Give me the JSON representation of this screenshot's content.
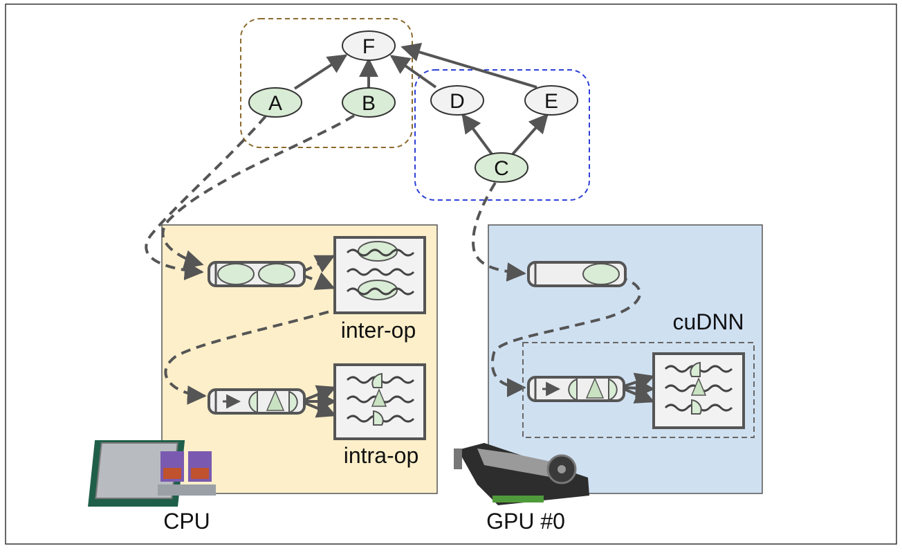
{
  "colors": {
    "node_green": "#d9ecd5",
    "node_white": "#f2f2f2",
    "edge_gray": "#555555",
    "cpu_bg": "#fdefc9",
    "gpu_bg": "#cfe0f1",
    "group1_border": "#8b6a2b",
    "group2_border": "#2c3fd6",
    "box_border": "#555555"
  },
  "graph": {
    "nodes": [
      {
        "id": "F",
        "label": "F",
        "fill": "white"
      },
      {
        "id": "A",
        "label": "A",
        "fill": "green"
      },
      {
        "id": "B",
        "label": "B",
        "fill": "green"
      },
      {
        "id": "D",
        "label": "D",
        "fill": "white"
      },
      {
        "id": "E",
        "label": "E",
        "fill": "white"
      },
      {
        "id": "C",
        "label": "C",
        "fill": "green"
      }
    ],
    "edges": [
      {
        "from": "A",
        "to": "F"
      },
      {
        "from": "B",
        "to": "F"
      },
      {
        "from": "D",
        "to": "F"
      },
      {
        "from": "E",
        "to": "F"
      },
      {
        "from": "C",
        "to": "D"
      },
      {
        "from": "C",
        "to": "E"
      }
    ]
  },
  "devices": {
    "cpu": {
      "label": "CPU",
      "icon": "cpu-chip-icon"
    },
    "gpu": {
      "label": "GPU #0",
      "icon": "graphics-card-icon"
    }
  },
  "pools": {
    "inter_op": "inter-op",
    "intra_op": "intra-op",
    "cudnn": "cuDNN"
  }
}
